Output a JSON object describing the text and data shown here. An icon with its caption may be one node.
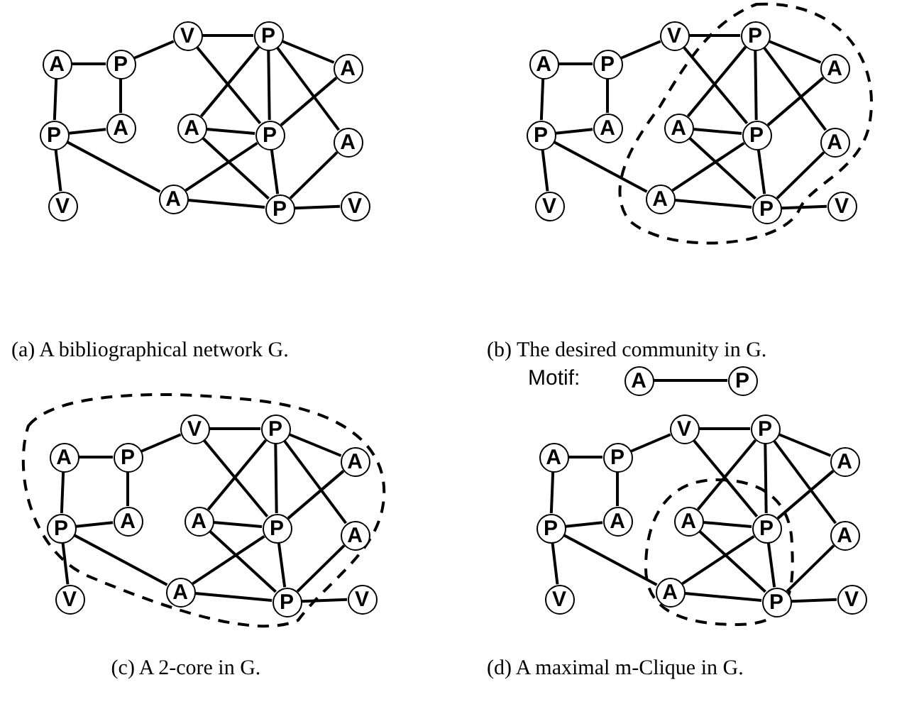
{
  "diagram": {
    "nodes": [
      {
        "text": [
          "A"
        ]
      },
      {
        "text": [
          "P"
        ]
      },
      {
        "text": [
          "V"
        ]
      },
      {
        "text": [
          "P"
        ]
      },
      {
        "text": [
          "A"
        ]
      },
      {
        "text": [
          "P"
        ]
      },
      {
        "text": [
          "A"
        ]
      },
      {
        "text": [
          "A"
        ]
      },
      {
        "text": [
          "P"
        ]
      },
      {
        "text": [
          "A"
        ]
      },
      {
        "text": [
          "V"
        ]
      },
      {
        "text": [
          "A"
        ]
      },
      {
        "text": [
          "P"
        ]
      },
      {
        "text": [
          "V"
        ]
      },
      {
        "text": [
          "A"
        ]
      },
      {
        "text": [
          "P"
        ]
      },
      {
        "text": [
          "V"
        ]
      },
      {
        "text": [
          "P"
        ]
      },
      {
        "text": [
          "A"
        ]
      },
      {
        "text": [
          "P"
        ]
      },
      {
        "text": [
          "A"
        ]
      },
      {
        "text": [
          "A"
        ]
      },
      {
        "text": [
          "P"
        ]
      },
      {
        "text": [
          "A"
        ]
      },
      {
        "text": [
          "V"
        ]
      },
      {
        "text": [
          "A"
        ]
      },
      {
        "text": [
          "P"
        ]
      },
      {
        "text": [
          "V"
        ]
      },
      {
        "text": [
          "A"
        ]
      },
      {
        "text": [
          "P"
        ]
      },
      {
        "text": [
          "V"
        ]
      },
      {
        "text": [
          "P"
        ]
      },
      {
        "text": [
          "A"
        ]
      },
      {
        "text": [
          "P"
        ]
      },
      {
        "text": [
          "A"
        ]
      },
      {
        "text": [
          "A"
        ]
      },
      {
        "text": [
          "P"
        ]
      },
      {
        "text": [
          "A"
        ]
      },
      {
        "text": [
          "V"
        ]
      },
      {
        "text": [
          "A"
        ]
      },
      {
        "text": [
          "P"
        ]
      },
      {
        "text": [
          "V"
        ]
      },
      {
        "text": [
          "A"
        ]
      },
      {
        "text": [
          "P"
        ]
      },
      {
        "text": [
          "V"
        ]
      },
      {
        "text": [
          "P"
        ]
      },
      {
        "text": [
          "A"
        ]
      },
      {
        "text": [
          "P"
        ]
      },
      {
        "text": [
          "A"
        ]
      },
      {
        "text": [
          "A"
        ]
      },
      {
        "text": [
          "P"
        ]
      },
      {
        "text": [
          "A"
        ]
      },
      {
        "text": [
          "V"
        ]
      },
      {
        "text": [
          "A"
        ]
      },
      {
        "text": [
          "P"
        ]
      },
      {
        "text": [
          "V"
        ]
      },
      {
        "text": [
          "A"
        ]
      },
      {
        "text": [
          "P"
        ]
      }
    ],
    "edges": [
      {
        "from": 0,
        "to": 1,
        "arrow": "none"
      },
      {
        "from": 0,
        "to": 5,
        "arrow": "none"
      },
      {
        "from": 1,
        "to": 6,
        "arrow": "none"
      },
      {
        "from": 1,
        "to": 2,
        "arrow": "none"
      },
      {
        "from": 5,
        "to": 6,
        "arrow": "none"
      },
      {
        "from": 5,
        "to": 10,
        "arrow": "none"
      },
      {
        "from": 5,
        "to": 11,
        "arrow": "none"
      },
      {
        "from": 2,
        "to": 3,
        "arrow": "none"
      },
      {
        "from": 2,
        "to": 8,
        "arrow": "none"
      },
      {
        "from": 3,
        "to": 4,
        "arrow": "none"
      },
      {
        "from": 3,
        "to": 7,
        "arrow": "none"
      },
      {
        "from": 3,
        "to": 8,
        "arrow": "none"
      },
      {
        "from": 3,
        "to": 9,
        "arrow": "none"
      },
      {
        "from": 4,
        "to": 8,
        "arrow": "none"
      },
      {
        "from": 7,
        "to": 8,
        "arrow": "none"
      },
      {
        "from": 7,
        "to": 12,
        "arrow": "none"
      },
      {
        "from": 11,
        "to": 8,
        "arrow": "none"
      },
      {
        "from": 11,
        "to": 12,
        "arrow": "none"
      },
      {
        "from": 8,
        "to": 12,
        "arrow": "none"
      },
      {
        "from": 9,
        "to": 12,
        "arrow": "none"
      },
      {
        "from": 12,
        "to": 13,
        "arrow": "none"
      },
      {
        "from": 14,
        "to": 15,
        "arrow": "none"
      },
      {
        "from": 14,
        "to": 19,
        "arrow": "none"
      },
      {
        "from": 15,
        "to": 20,
        "arrow": "none"
      },
      {
        "from": 15,
        "to": 16,
        "arrow": "none"
      },
      {
        "from": 19,
        "to": 20,
        "arrow": "none"
      },
      {
        "from": 19,
        "to": 24,
        "arrow": "none"
      },
      {
        "from": 19,
        "to": 25,
        "arrow": "none"
      },
      {
        "from": 16,
        "to": 17,
        "arrow": "none"
      },
      {
        "from": 16,
        "to": 22,
        "arrow": "none"
      },
      {
        "from": 17,
        "to": 18,
        "arrow": "none"
      },
      {
        "from": 17,
        "to": 21,
        "arrow": "none"
      },
      {
        "from": 17,
        "to": 22,
        "arrow": "none"
      },
      {
        "from": 17,
        "to": 23,
        "arrow": "none"
      },
      {
        "from": 18,
        "to": 22,
        "arrow": "none"
      },
      {
        "from": 21,
        "to": 22,
        "arrow": "none"
      },
      {
        "from": 21,
        "to": 26,
        "arrow": "none"
      },
      {
        "from": 25,
        "to": 22,
        "arrow": "none"
      },
      {
        "from": 25,
        "to": 26,
        "arrow": "none"
      },
      {
        "from": 22,
        "to": 26,
        "arrow": "none"
      },
      {
        "from": 23,
        "to": 26,
        "arrow": "none"
      },
      {
        "from": 26,
        "to": 27,
        "arrow": "none"
      },
      {
        "from": 28,
        "to": 29,
        "arrow": "none"
      },
      {
        "from": 28,
        "to": 33,
        "arrow": "none"
      },
      {
        "from": 29,
        "to": 34,
        "arrow": "none"
      },
      {
        "from": 29,
        "to": 30,
        "arrow": "none"
      },
      {
        "from": 33,
        "to": 34,
        "arrow": "none"
      },
      {
        "from": 33,
        "to": 38,
        "arrow": "none"
      },
      {
        "from": 33,
        "to": 39,
        "arrow": "none"
      },
      {
        "from": 30,
        "to": 31,
        "arrow": "none"
      },
      {
        "from": 30,
        "to": 36,
        "arrow": "none"
      },
      {
        "from": 31,
        "to": 32,
        "arrow": "none"
      },
      {
        "from": 31,
        "to": 35,
        "arrow": "none"
      },
      {
        "from": 31,
        "to": 36,
        "arrow": "none"
      },
      {
        "from": 31,
        "to": 37,
        "arrow": "none"
      },
      {
        "from": 32,
        "to": 36,
        "arrow": "none"
      },
      {
        "from": 35,
        "to": 36,
        "arrow": "none"
      },
      {
        "from": 35,
        "to": 40,
        "arrow": "none"
      },
      {
        "from": 39,
        "to": 36,
        "arrow": "none"
      },
      {
        "from": 39,
        "to": 40,
        "arrow": "none"
      },
      {
        "from": 36,
        "to": 40,
        "arrow": "none"
      },
      {
        "from": 37,
        "to": 40,
        "arrow": "none"
      },
      {
        "from": 40,
        "to": 41,
        "arrow": "none"
      },
      {
        "from": 42,
        "to": 43,
        "arrow": "none"
      },
      {
        "from": 42,
        "to": 47,
        "arrow": "none"
      },
      {
        "from": 43,
        "to": 48,
        "arrow": "none"
      },
      {
        "from": 43,
        "to": 44,
        "arrow": "none"
      },
      {
        "from": 47,
        "to": 48,
        "arrow": "none"
      },
      {
        "from": 47,
        "to": 52,
        "arrow": "none"
      },
      {
        "from": 47,
        "to": 53,
        "arrow": "none"
      },
      {
        "from": 44,
        "to": 45,
        "arrow": "none"
      },
      {
        "from": 44,
        "to": 50,
        "arrow": "none"
      },
      {
        "from": 45,
        "to": 46,
        "arrow": "none"
      },
      {
        "from": 45,
        "to": 49,
        "arrow": "none"
      },
      {
        "from": 45,
        "to": 50,
        "arrow": "none"
      },
      {
        "from": 45,
        "to": 51,
        "arrow": "none"
      },
      {
        "from": 46,
        "to": 50,
        "arrow": "none"
      },
      {
        "from": 49,
        "to": 50,
        "arrow": "none"
      },
      {
        "from": 49,
        "to": 54,
        "arrow": "none"
      },
      {
        "from": 53,
        "to": 50,
        "arrow": "none"
      },
      {
        "from": 53,
        "to": 54,
        "arrow": "none"
      },
      {
        "from": 50,
        "to": 54,
        "arrow": "none"
      },
      {
        "from": 51,
        "to": 54,
        "arrow": "none"
      },
      {
        "from": 54,
        "to": 55,
        "arrow": "none"
      },
      {
        "from": 56,
        "to": 57,
        "arrow": "none"
      }
    ],
    "labels": [
      "(a) A bibliographical network G.",
      "(b) The desired community in G.",
      "Motif:",
      "(c) A 2-core in G.",
      "(d) A maximal m-Clique in G."
    ]
  }
}
